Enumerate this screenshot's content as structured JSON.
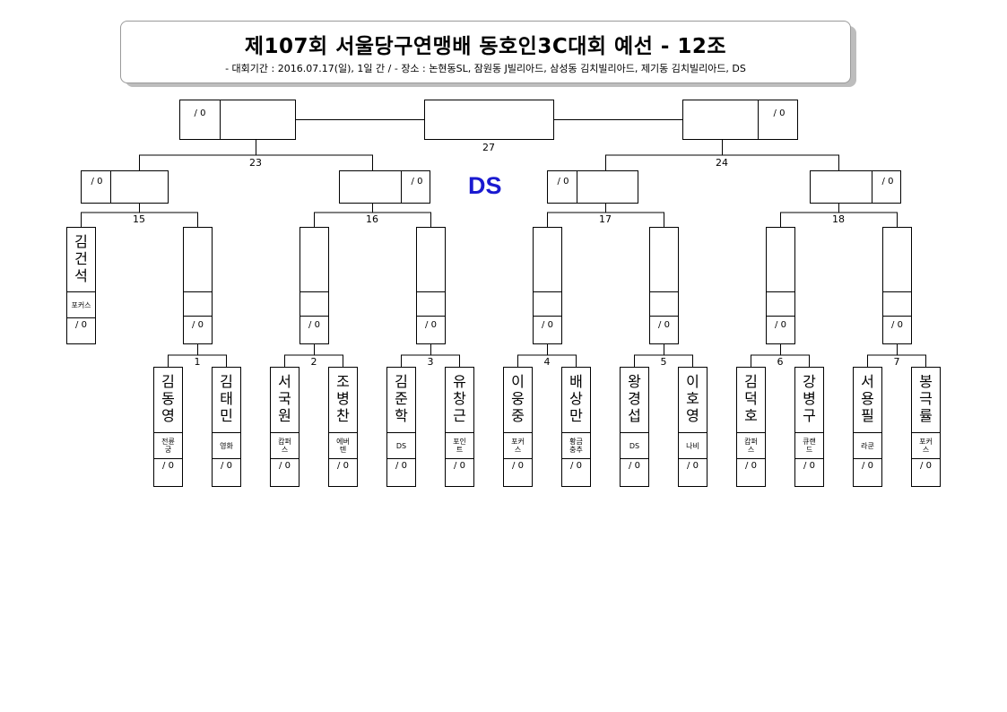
{
  "header": {
    "title": "제107회 서울당구연맹배 동호인3C대회 예선 - 12조",
    "info": "- 대회기간 : 2016.07.17(일), 1일 간 / - 장소 : 논현동SL, 잠원동 J빌리아드, 삼성동 김치빌리아드, 제기동 김치빌리아드, DS"
  },
  "venue_label": "DS",
  "match_numbers": [
    "1",
    "2",
    "3",
    "4",
    "5",
    "6",
    "7",
    "15",
    "16",
    "17",
    "18",
    "23",
    "24",
    "27"
  ],
  "players": [
    {
      "name": "김동영",
      "club": "전륜궁",
      "score": "/ 0"
    },
    {
      "name": "김태민",
      "club": "영화",
      "score": "/ 0"
    },
    {
      "name": "서국원",
      "club": "캄퍼스",
      "score": "/ 0"
    },
    {
      "name": "조병찬",
      "club": "에버텐",
      "score": "/ 0"
    },
    {
      "name": "김준학",
      "club": "DS",
      "score": "/ 0"
    },
    {
      "name": "유창근",
      "club": "포인트",
      "score": "/ 0"
    },
    {
      "name": "이웅중",
      "club": "포커스",
      "score": "/ 0"
    },
    {
      "name": "배상만",
      "club": "황금충추",
      "score": "/ 0"
    },
    {
      "name": "왕경섭",
      "club": "DS",
      "score": "/ 0"
    },
    {
      "name": "이호영",
      "club": "나비",
      "score": "/ 0"
    },
    {
      "name": "김덕호",
      "club": "캄퍼스",
      "score": "/ 0"
    },
    {
      "name": "강병구",
      "club": "큐랜드",
      "score": "/ 0"
    },
    {
      "name": "서용필",
      "club": "라쿤",
      "score": "/ 0"
    },
    {
      "name": "봉극률",
      "club": "포커스",
      "score": "/ 0"
    }
  ],
  "seeded": {
    "name": "김건석",
    "club": "포커스",
    "score": "/ 0"
  },
  "round2_scores": [
    "/ 0",
    "/ 0",
    "/ 0",
    "/ 0",
    "/ 0",
    "/ 0",
    "/ 0",
    "/ 0"
  ],
  "round3_scores": [
    "/ 0",
    "/ 0",
    "/ 0",
    "/ 0"
  ],
  "round4_scores": [
    "/ 0",
    "/ 0"
  ]
}
